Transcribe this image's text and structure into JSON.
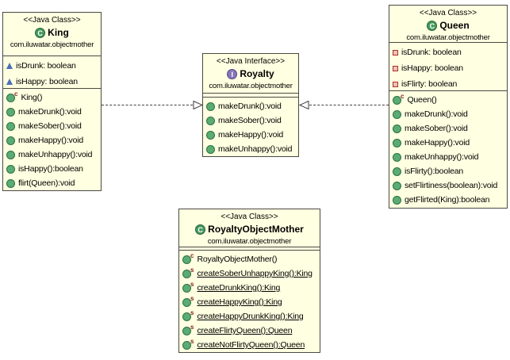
{
  "diagram": {
    "colors": {
      "box_fill": "#FFFFE1",
      "box_border": "#4A4A42",
      "class_icon_green": "#44985C",
      "interface_icon_purple": "#8377B6",
      "public_method_green": "#5AAC72",
      "package_field_blue": "#4A6FB5",
      "private_field_red": "#A93226",
      "adornment_red": "#8B2020"
    },
    "icons": {
      "class_letter": "C",
      "interface_letter": "I",
      "constructor_adornment": "c",
      "static_adornment": "s"
    },
    "classes": [
      {
        "id": "king",
        "stereotype": "<<Java Class>>",
        "name": "King",
        "kind": "class",
        "package": "com.iluwatar.objectmother",
        "fields": [
          {
            "icon": "package-field",
            "label": "isDrunk: boolean"
          },
          {
            "icon": "package-field",
            "label": "isHappy: boolean"
          }
        ],
        "methods": [
          {
            "icon": "constructor",
            "label": "King()"
          },
          {
            "icon": "public-method",
            "label": "makeDrunk():void"
          },
          {
            "icon": "public-method",
            "label": "makeSober():void"
          },
          {
            "icon": "public-method",
            "label": "makeHappy():void"
          },
          {
            "icon": "public-method",
            "label": "makeUnhappy():void"
          },
          {
            "icon": "public-method",
            "label": "isHappy():boolean"
          },
          {
            "icon": "public-method",
            "label": "flirt(Queen):void"
          }
        ]
      },
      {
        "id": "royalty",
        "stereotype": "<<Java Interface>>",
        "name": "Royalty",
        "kind": "interface",
        "package": "com.iluwatar.objectmother",
        "fields": [],
        "methods": [
          {
            "icon": "public-method",
            "label": "makeDrunk():void"
          },
          {
            "icon": "public-method",
            "label": "makeSober():void"
          },
          {
            "icon": "public-method",
            "label": "makeHappy():void"
          },
          {
            "icon": "public-method",
            "label": "makeUnhappy():void"
          }
        ]
      },
      {
        "id": "queen",
        "stereotype": "<<Java Class>>",
        "name": "Queen",
        "kind": "class",
        "package": "com.iluwatar.objectmother",
        "fields": [
          {
            "icon": "private-field",
            "label": "isDrunk: boolean"
          },
          {
            "icon": "private-field",
            "label": "isHappy: boolean"
          },
          {
            "icon": "private-field",
            "label": "isFlirty: boolean"
          }
        ],
        "methods": [
          {
            "icon": "constructor",
            "label": "Queen()"
          },
          {
            "icon": "public-method",
            "label": "makeDrunk():void"
          },
          {
            "icon": "public-method",
            "label": "makeSober():void"
          },
          {
            "icon": "public-method",
            "label": "makeHappy():void"
          },
          {
            "icon": "public-method",
            "label": "makeUnhappy():void"
          },
          {
            "icon": "public-method",
            "label": "isFlirty():boolean"
          },
          {
            "icon": "public-method",
            "label": "setFlirtiness(boolean):void"
          },
          {
            "icon": "public-method",
            "label": "getFlirted(King):boolean"
          }
        ]
      },
      {
        "id": "royalty-object-mother",
        "stereotype": "<<Java Class>>",
        "name": "RoyaltyObjectMother",
        "kind": "class",
        "package": "com.iluwatar.objectmother",
        "fields": [],
        "methods": [
          {
            "icon": "constructor",
            "label": "RoyaltyObjectMother()"
          },
          {
            "icon": "static-method",
            "label": "createSoberUnhappyKing():King"
          },
          {
            "icon": "static-method",
            "label": "createDrunkKing():King"
          },
          {
            "icon": "static-method",
            "label": "createHappyKing():King"
          },
          {
            "icon": "static-method",
            "label": "createHappyDrunkKing():King"
          },
          {
            "icon": "static-method",
            "label": "createFlirtyQueen():Queen"
          },
          {
            "icon": "static-method",
            "label": "createNotFlirtyQueen():Queen"
          }
        ]
      }
    ],
    "connectors": [
      {
        "type": "realization",
        "from": "King",
        "to": "Royalty",
        "style": "dashed-hollow-triangle"
      },
      {
        "type": "realization",
        "from": "Queen",
        "to": "Royalty",
        "style": "dashed-hollow-triangle"
      }
    ]
  }
}
